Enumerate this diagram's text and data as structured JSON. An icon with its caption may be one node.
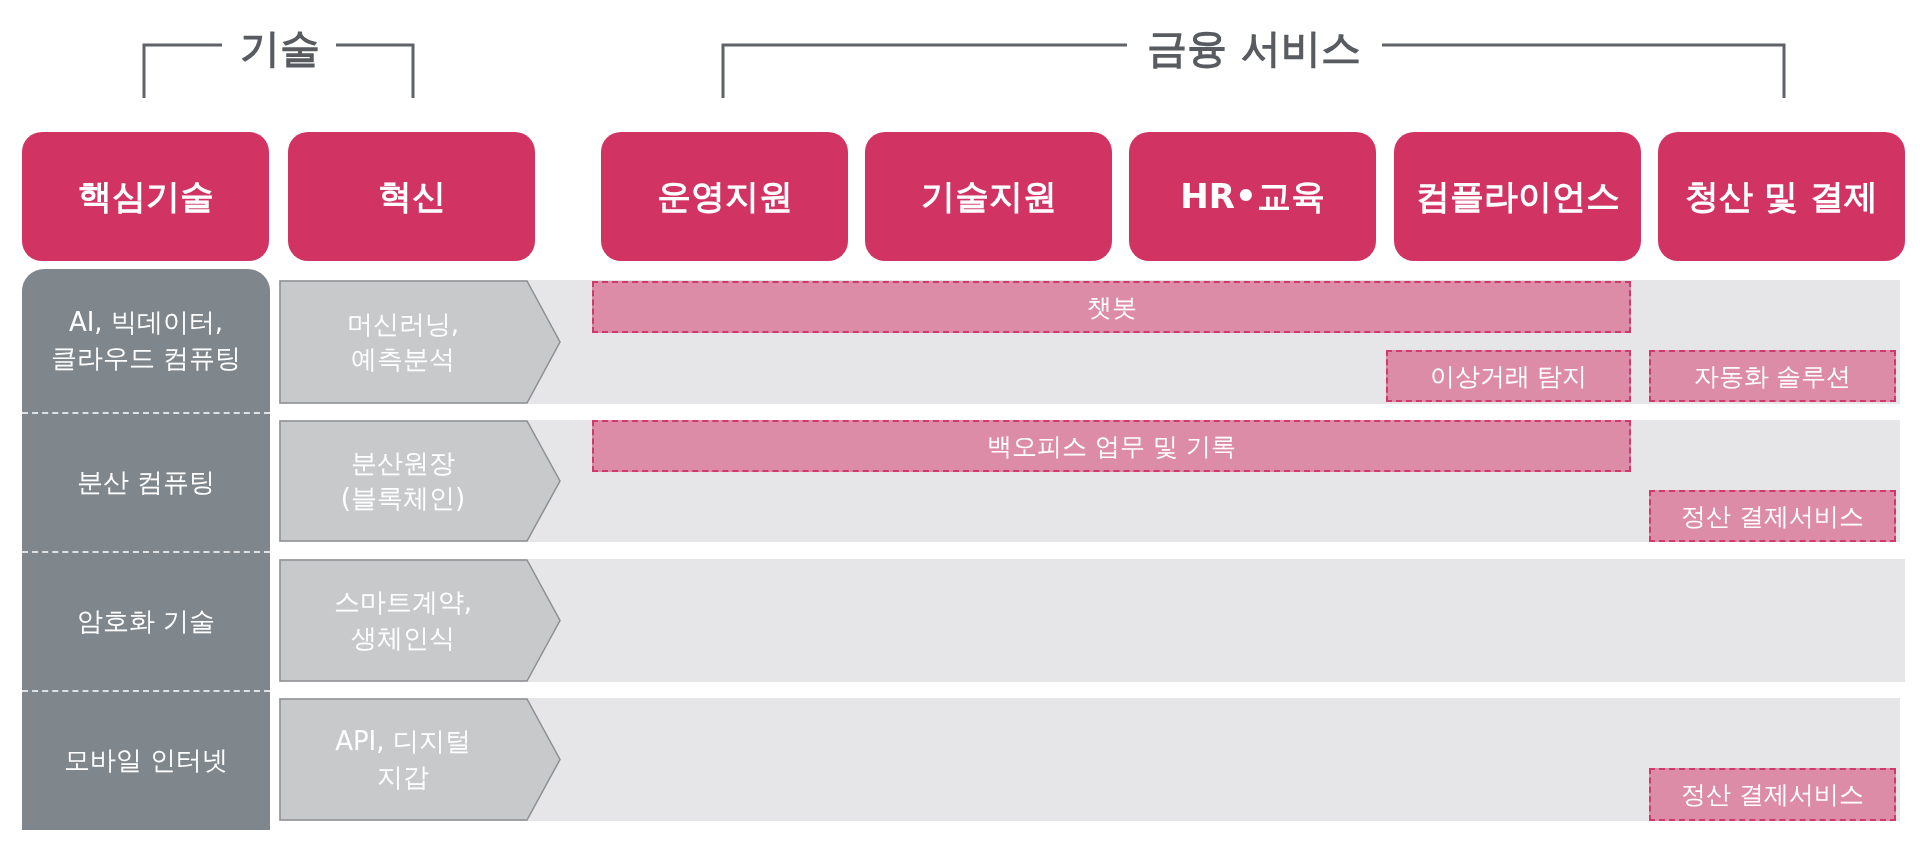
{
  "diagram": {
    "nodes": [
      {
        "text": [
          "핵심기술"
        ]
      },
      {
        "text": [
          "혁신"
        ]
      },
      {
        "text": [
          "운영지원"
        ]
      },
      {
        "text": [
          "기술지원"
        ]
      },
      {
        "text": [
          "HR•교육"
        ]
      },
      {
        "text": [
          "컴플라이언스"
        ]
      },
      {
        "text": [
          "청산 및 결제"
        ]
      },
      {
        "text": [
          "AI, 빅데이터, 클라우드 컴퓨팅"
        ]
      },
      {
        "text": [
          "머신러닝, 예측분석"
        ]
      },
      {
        "text": [
          "챗봇"
        ]
      },
      {
        "text": [
          "이상거래 탐지"
        ]
      },
      {
        "text": [
          "자동화 솔루션"
        ]
      },
      {
        "text": [
          "분산 컴퓨팅"
        ]
      },
      {
        "text": [
          "분산원장 (블록체인)"
        ]
      },
      {
        "text": [
          "백오피스 업무 및 기록"
        ]
      },
      {
        "text": [
          "정산 결제서비스"
        ]
      },
      {
        "text": [
          "암호화 기술"
        ]
      },
      {
        "text": [
          "스마트계약, 생체인식"
        ]
      },
      {
        "text": [
          "모바일 인터넷"
        ]
      },
      {
        "text": [
          "API, 디지털 지갑"
        ]
      },
      {
        "text": [
          "정산 결제서비스"
        ]
      }
    ],
    "labels": [
      "기술",
      "금융 서비스"
    ]
  }
}
